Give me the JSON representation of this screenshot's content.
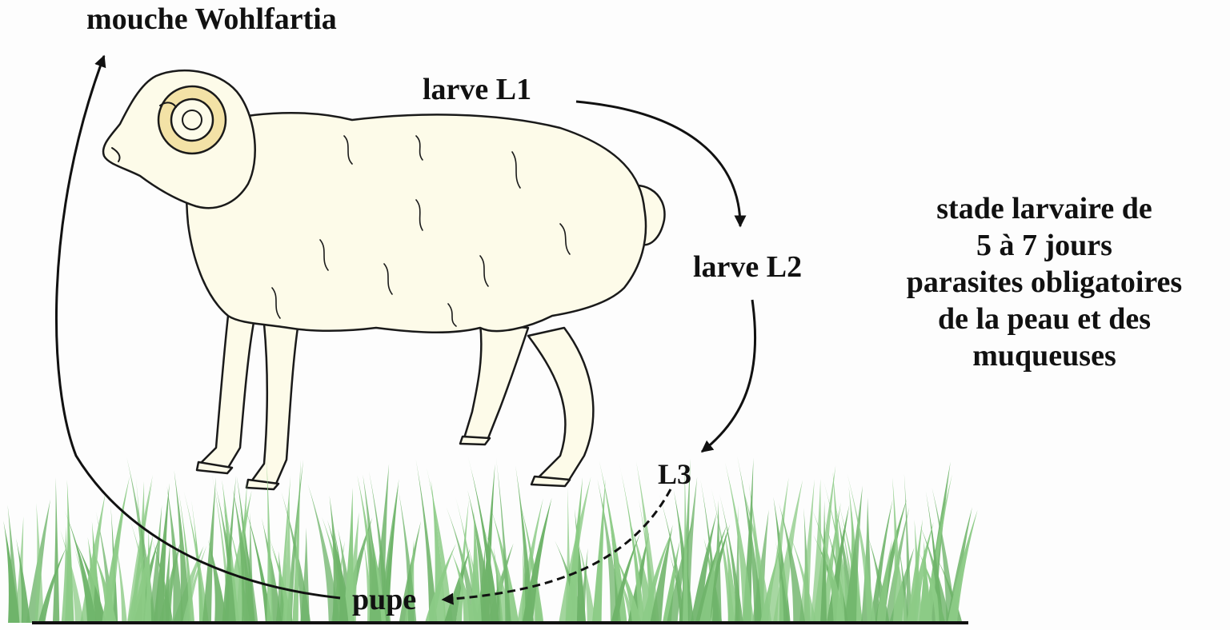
{
  "labels": {
    "fly": "mouche Wohlfartia",
    "l1": "larve L1",
    "l2": "larve L2",
    "l3": "L3",
    "pupa": "pupe"
  },
  "note_lines": [
    "stade larvaire de",
    "5 à 7 jours",
    "parasites obligatoires",
    "de la peau et des",
    "muqueuses"
  ],
  "colors": {
    "grass": "#8ccb86",
    "grass_dark": "#6fb46a",
    "sheep_fill": "#fdfbe9",
    "horn_fill": "#f3e2a6",
    "ink": "#111111"
  }
}
